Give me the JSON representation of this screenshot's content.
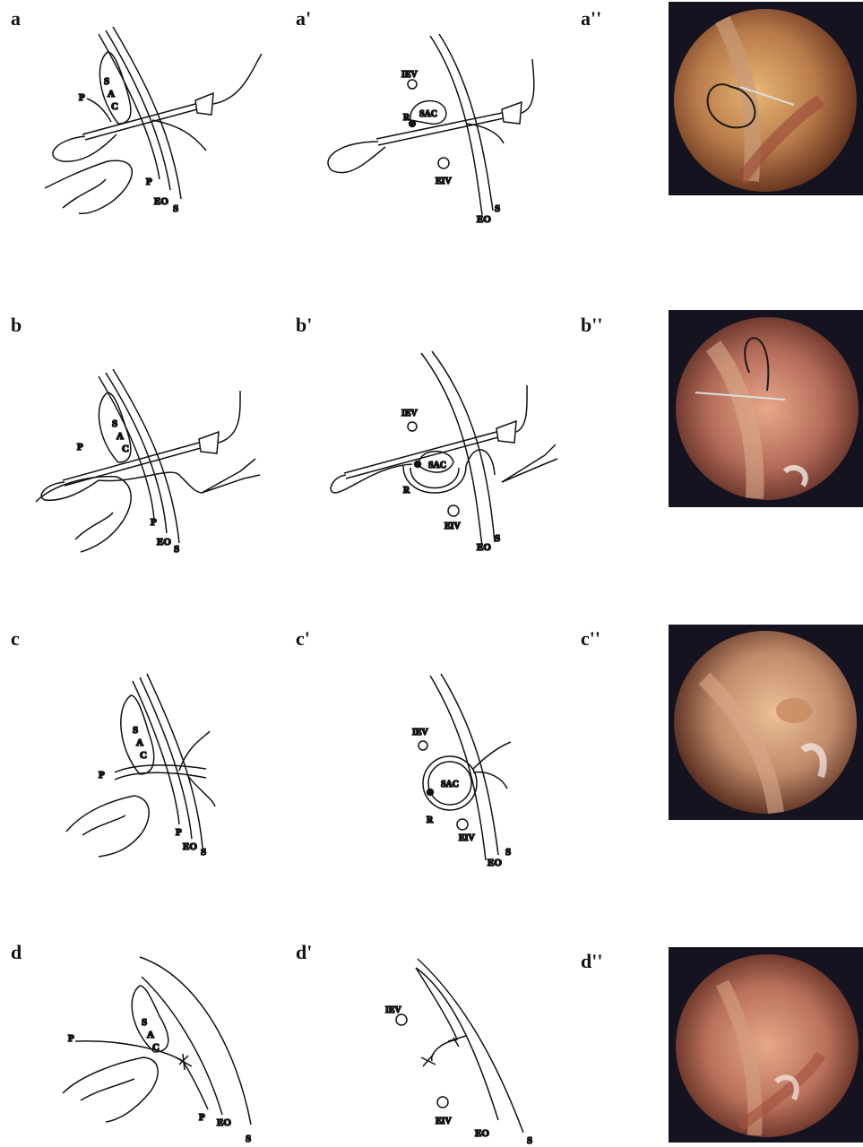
{
  "panels": [
    {
      "id": "a",
      "label_side": "a",
      "label_axial": "a'",
      "label_photo": "a''"
    },
    {
      "id": "b",
      "label_side": "b",
      "label_axial": "b'",
      "label_photo": "b''"
    },
    {
      "id": "c",
      "label_side": "c",
      "label_axial": "c'",
      "label_photo": "c''"
    },
    {
      "id": "d",
      "label_side": "d",
      "label_axial": "d'",
      "label_photo": "d''"
    }
  ],
  "labels": {
    "sac": "SAC",
    "s_letter": "S",
    "a_letter": "A",
    "c_letter": "C",
    "p": "P",
    "eo": "EO",
    "s": "S",
    "iev": "IEV",
    "eiv": "EIV",
    "r": "R"
  }
}
